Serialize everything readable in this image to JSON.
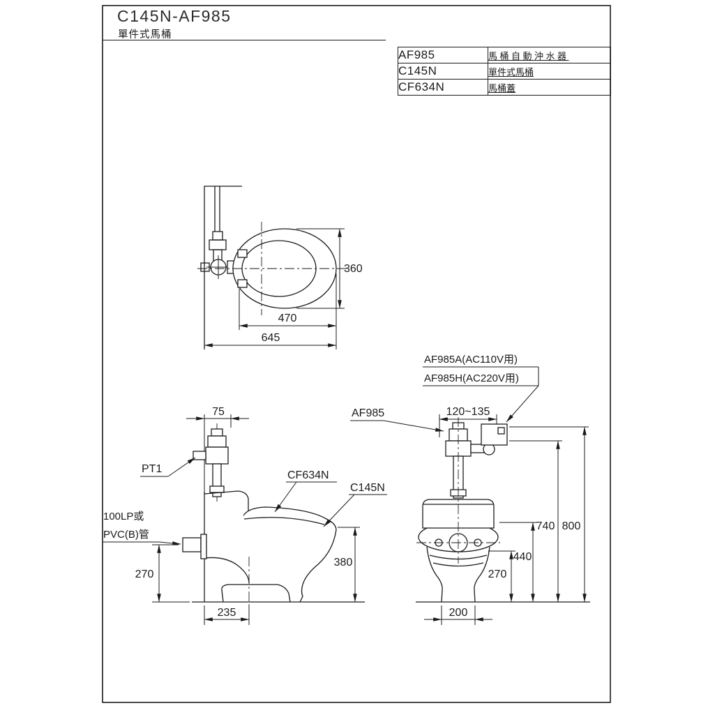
{
  "title_block": {
    "model": "C145N-AF985",
    "type_name": "單件式馬桶"
  },
  "parts_table": {
    "rows": [
      {
        "code": "AF985",
        "name": "馬桶自動沖水器"
      },
      {
        "code": "C145N",
        "name": "單件式馬桶"
      },
      {
        "code": "CF634N",
        "name": "馬桶蓋"
      }
    ]
  },
  "plan_view": {
    "dim_width": "360",
    "dim_seat_length": "470",
    "dim_overall_length": "645"
  },
  "side_view": {
    "dim_valve_offset": "75",
    "inlet_label": "PT1",
    "supply_label_line1": "100LP或",
    "supply_label_line2": "PVC(B)管",
    "seat_label": "CF634N",
    "bowl_label": "C145N",
    "dim_inlet_height": "270",
    "dim_rim_height": "380",
    "dim_outlet_setback": "235"
  },
  "front_view": {
    "valve_label": "AF985",
    "sensor_label_110v": "AF985A(AC110V用)",
    "sensor_label_220v": "AF985H(AC220V用)",
    "dim_sensor_range": "120~135",
    "dim_valve_height": "740",
    "dim_overall_height": "800",
    "dim_seat_height": "440",
    "dim_inlet_height": "270",
    "dim_base_width": "200"
  }
}
